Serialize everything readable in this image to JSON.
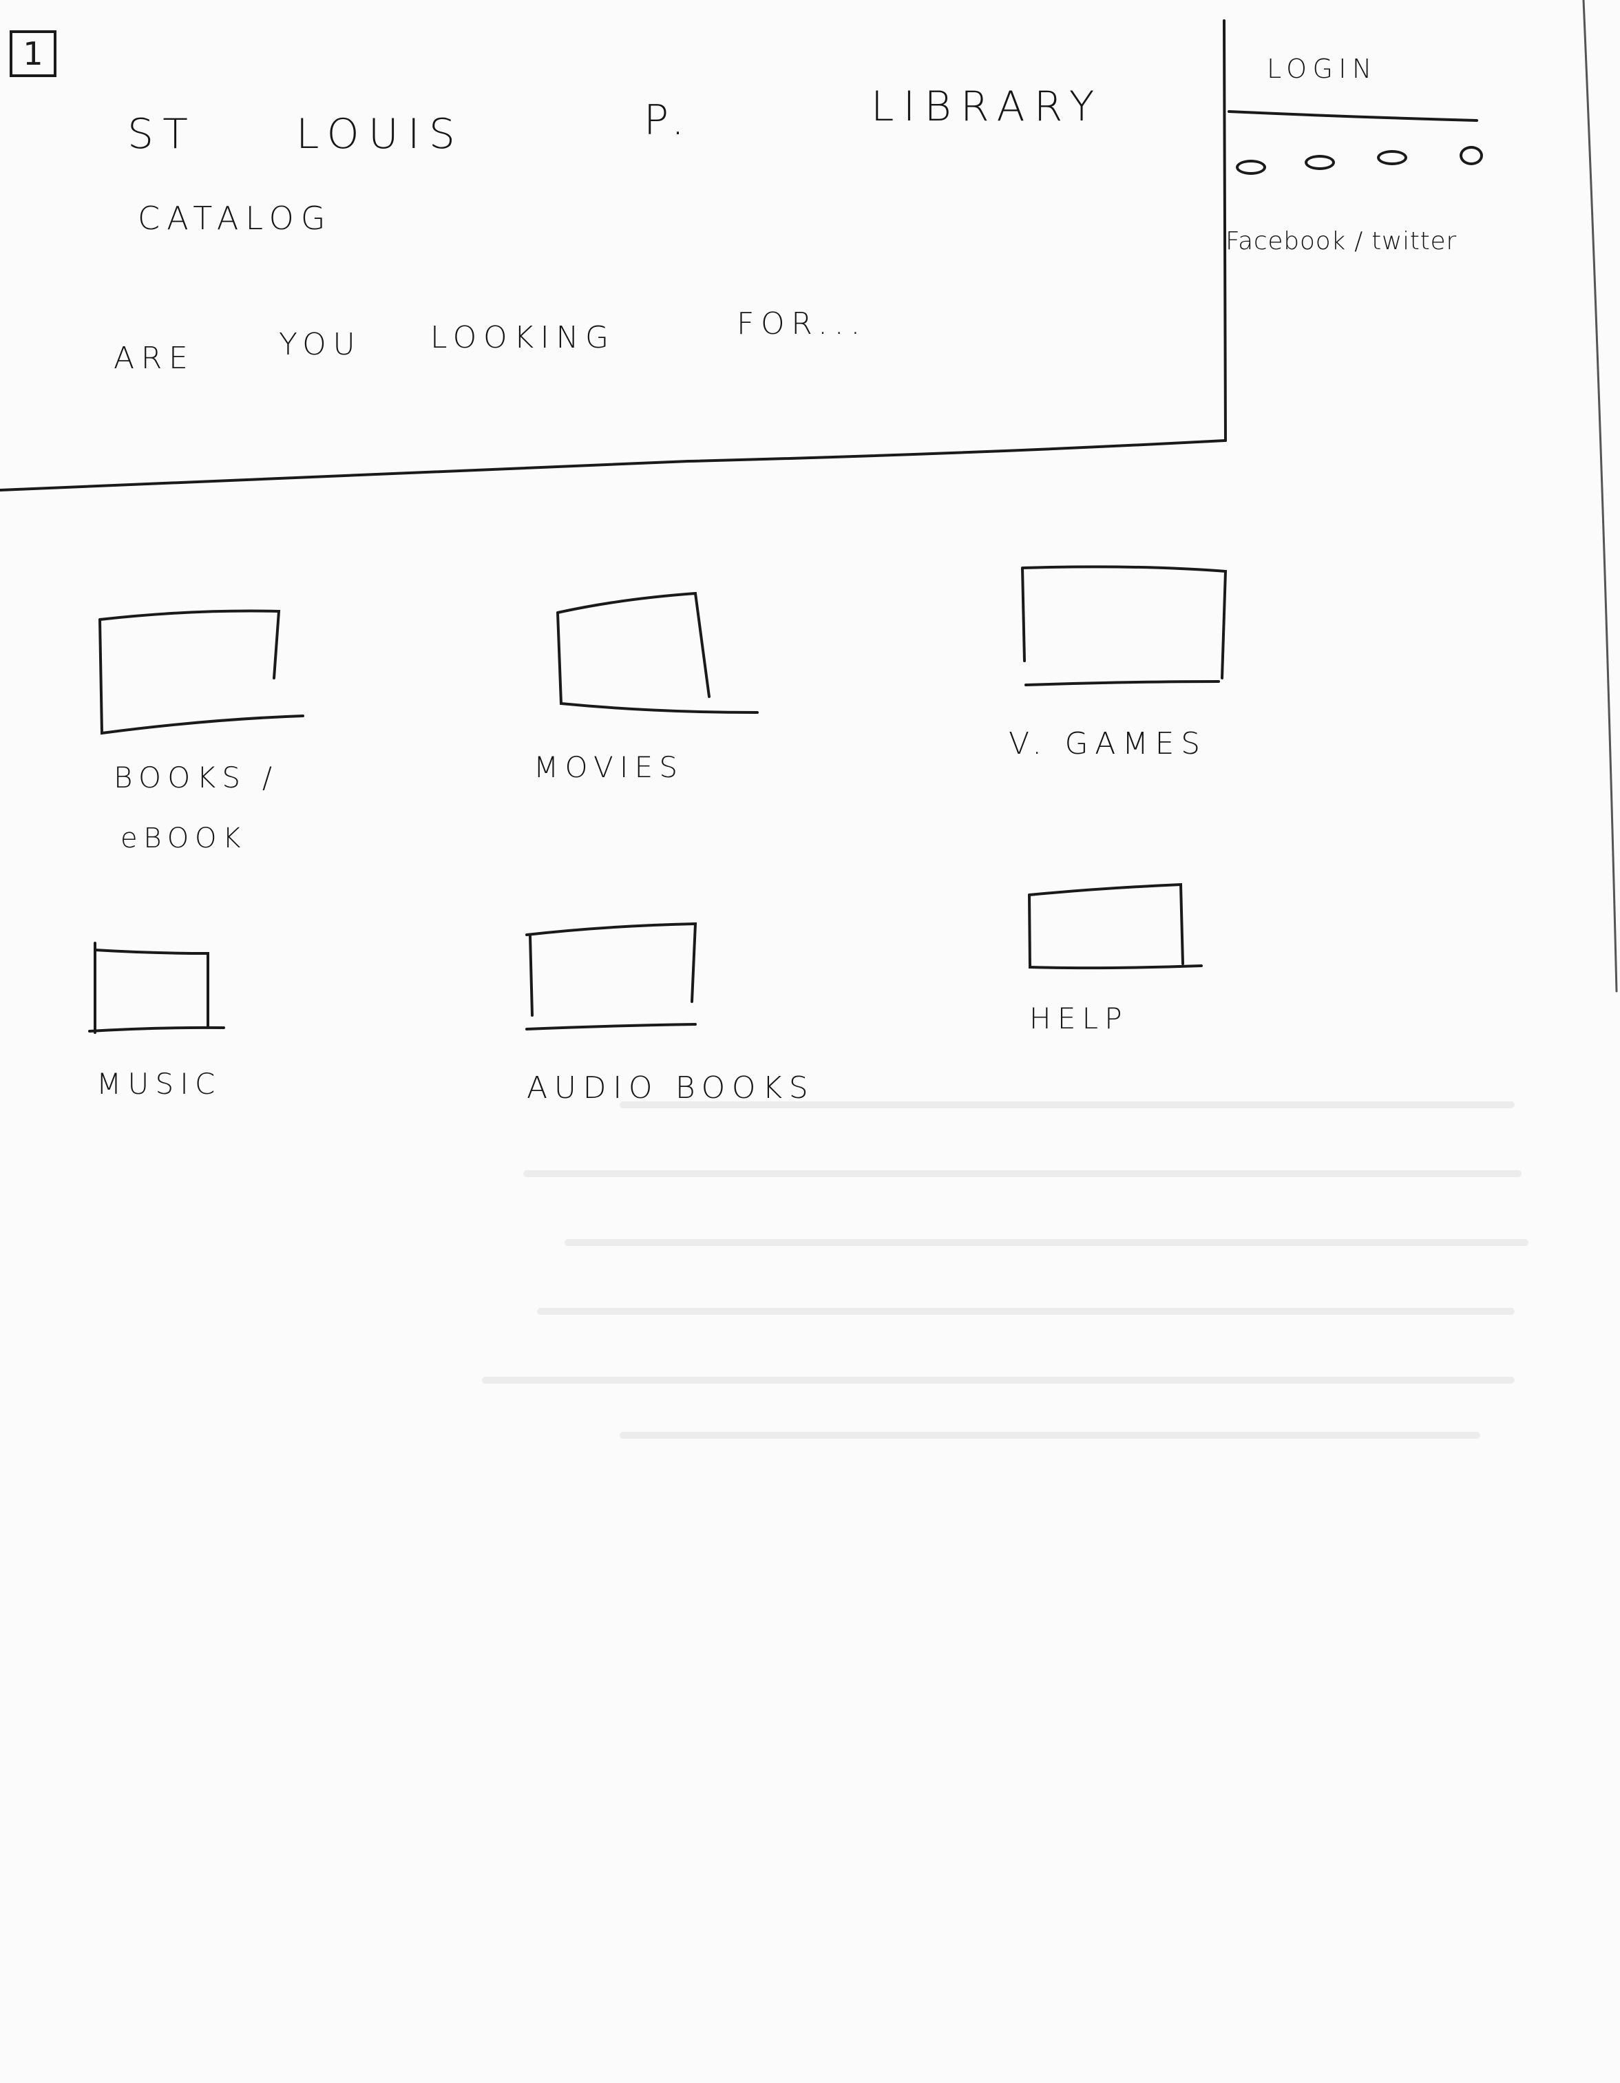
{
  "page_number": "1",
  "header": {
    "title_words": [
      "ST",
      "LOUIS",
      "P.",
      "LIBRARY"
    ],
    "catalog_label": "CATALOG",
    "prompt_words": [
      "ARE",
      "YOU",
      "LOOKING",
      "FOR..."
    ]
  },
  "sidebar": {
    "login_label": "LOGIN",
    "social_label": "Facebook / twitter"
  },
  "categories": [
    {
      "label": "BOOKS /"
    },
    {
      "label": "eBOOK"
    },
    {
      "label": "MOVIES"
    },
    {
      "label": "V. GAMES"
    },
    {
      "label": "MUSIC"
    },
    {
      "label": "AUDIO BOOKS"
    },
    {
      "label": "HELP"
    }
  ],
  "colors": {
    "ink": "#1a1a1a",
    "paper": "#fbfbfb"
  }
}
